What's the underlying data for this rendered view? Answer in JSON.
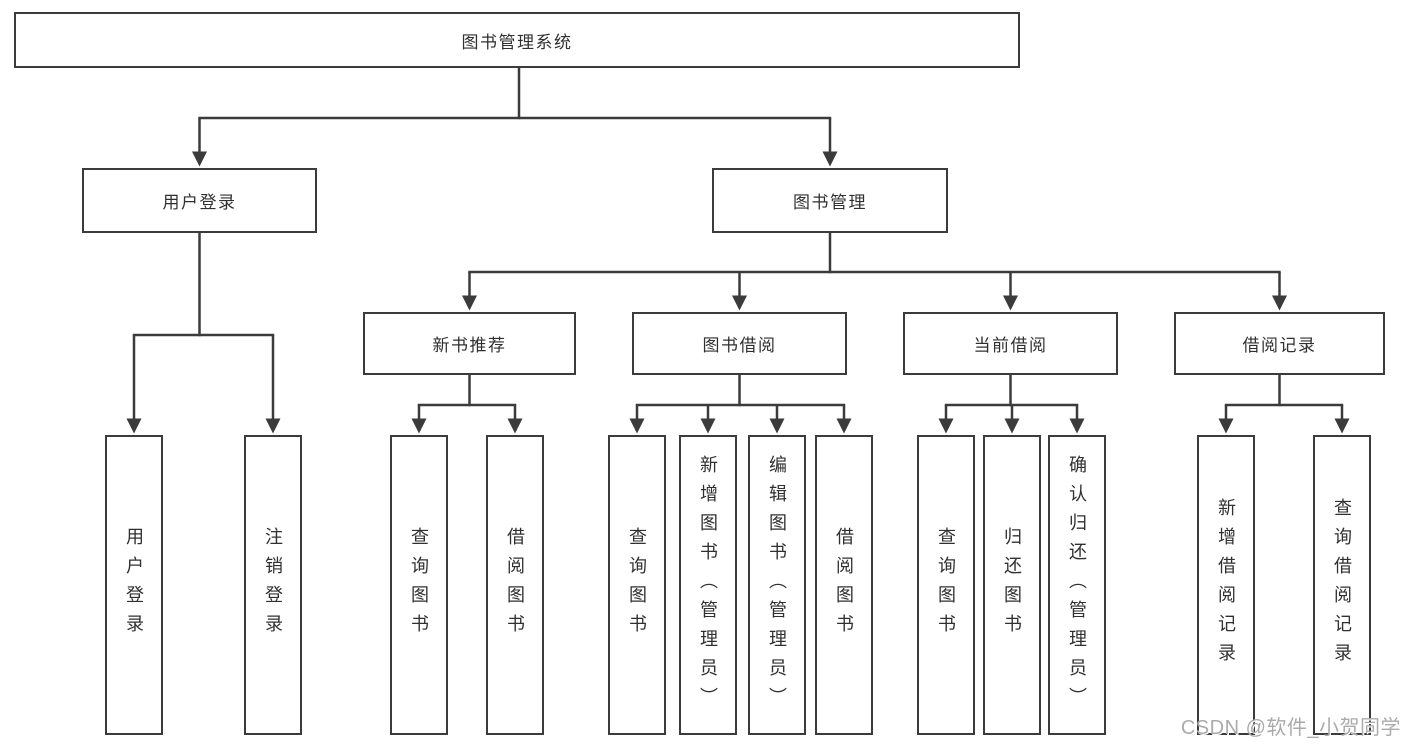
{
  "tree": {
    "label": "图书管理系统",
    "children": [
      {
        "label": "用户登录",
        "children": [
          {
            "label": "用户登录"
          },
          {
            "label": "注销登录"
          }
        ]
      },
      {
        "label": "图书管理",
        "children": [
          {
            "label": "新书推荐",
            "children": [
              {
                "label": "查询图书"
              },
              {
                "label": "借阅图书"
              }
            ]
          },
          {
            "label": "图书借阅",
            "children": [
              {
                "label": "查询图书"
              },
              {
                "label": "新增图书（管理员）"
              },
              {
                "label": "编辑图书（管理员）"
              },
              {
                "label": "借阅图书"
              }
            ]
          },
          {
            "label": "当前借阅",
            "children": [
              {
                "label": "查询图书"
              },
              {
                "label": "归还图书"
              },
              {
                "label": "确认归还（管理员）"
              }
            ]
          },
          {
            "label": "借阅记录",
            "children": [
              {
                "label": "新增借阅记录"
              },
              {
                "label": "查询借阅记录"
              }
            ]
          }
        ]
      }
    ]
  },
  "watermark": "CSDN @软件_小贺同学",
  "colors": {
    "line": "#3b3b3b",
    "box_border": "#3b3b3b",
    "text": "#303030",
    "watermark": "#ababab",
    "background": "#ffffff"
  }
}
